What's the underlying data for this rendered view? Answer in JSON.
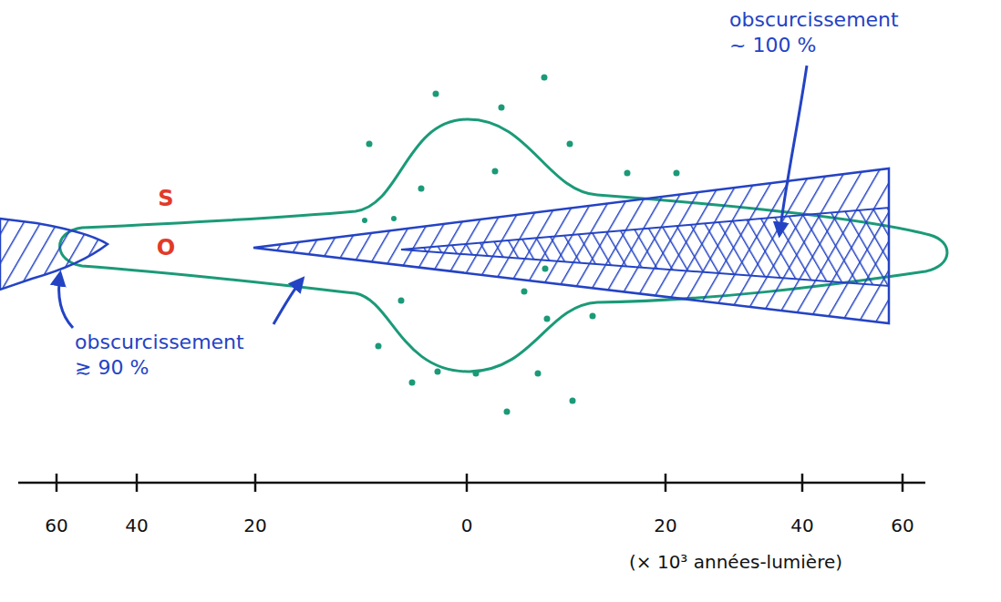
{
  "diagram": {
    "labels": [
      "obscurcissement ~ 100 %",
      "S",
      "O",
      "obscurcissement ≳ 90 %",
      "60",
      "40",
      "20",
      "0",
      "20",
      "40",
      "60",
      "(× 10³ années-lumière)"
    ]
  }
}
